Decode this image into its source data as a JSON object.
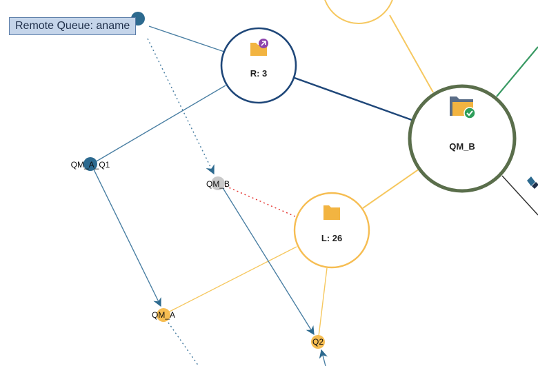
{
  "tooltip": {
    "text": "Remote Queue: aname"
  },
  "nodes": {
    "qm_b": {
      "label": "QM_B",
      "icon": "folder-check-icon",
      "border_color": "#5a6e4b"
    },
    "remote_group": {
      "label": "R: 3",
      "icon": "folder-remote-icon",
      "border_color": "#1f4779"
    },
    "local_group": {
      "label": "L: 26",
      "icon": "folder-icon",
      "border_color": "#f6bd52"
    },
    "qm_a_q1": {
      "label": "QM_A_Q1",
      "color": "#2d6a8f"
    },
    "qm_b_small": {
      "label": "QM_B",
      "color": "#c9c9c9"
    },
    "qm_a": {
      "label": "QM_A",
      "color": "#f6bd52"
    },
    "q2": {
      "label": "Q2",
      "color": "#f6bd52"
    }
  },
  "colors": {
    "remote_link": "#4a7fa3",
    "local_link": "#f6c860",
    "qm_link": "#1f4779",
    "green_link": "#3a9a64",
    "error_link": "#e53935"
  }
}
